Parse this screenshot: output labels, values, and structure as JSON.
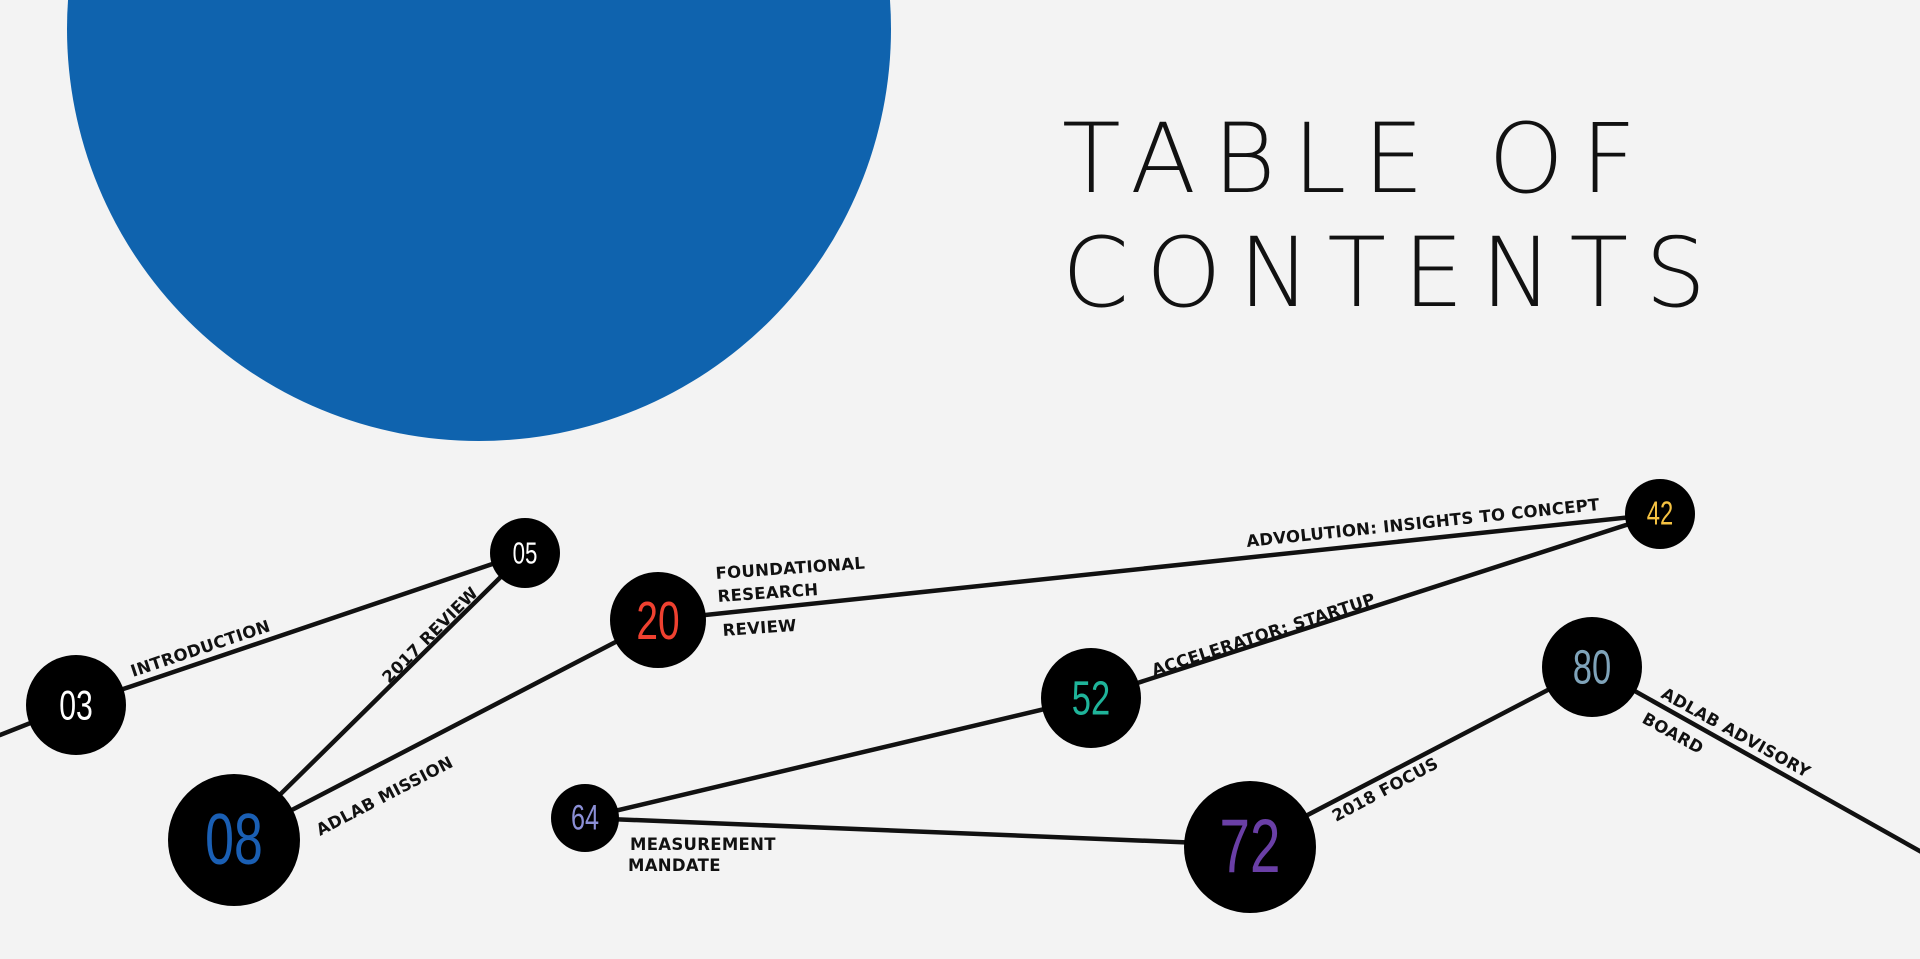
{
  "title": {
    "line1": "TABLE OF",
    "line2": "CONTENTS"
  },
  "colors": {
    "background": "#f3f3f3",
    "circle": "#0f63ae",
    "node": "#000000",
    "line": "#111111"
  },
  "entries": [
    {
      "page": "03",
      "color": "#ffffff"
    },
    {
      "page": "05",
      "color": "#ffffff"
    },
    {
      "page": "08",
      "color": "#1a5fb4"
    },
    {
      "page": "20",
      "color": "#ef4130"
    },
    {
      "page": "42",
      "color": "#f5c242"
    },
    {
      "page": "52",
      "color": "#1fb49a"
    },
    {
      "page": "64",
      "color": "#8b8fd6"
    },
    {
      "page": "72",
      "color": "#6a3fa6"
    },
    {
      "page": "80",
      "color": "#7fa3b9"
    }
  ],
  "labels": {
    "introduction": "INTRODUCTION",
    "review_2017": "2017 REVIEW",
    "adlab_mission": "ADLAB MISSION",
    "foundational_1": "FOUNDATIONAL",
    "foundational_2": "RESEARCH",
    "foundational_3": "REVIEW",
    "advolution": "ADVOLUTION: INSIGHTS TO CONCEPT",
    "accelerator": "ACCELERATOR: STARTUP",
    "measurement_1": "MEASUREMENT",
    "measurement_2": "MANDATE",
    "focus_2018": "2018 FOCUS",
    "advisory_1": "ADLAB ADVISORY",
    "advisory_2": "BOARD"
  }
}
